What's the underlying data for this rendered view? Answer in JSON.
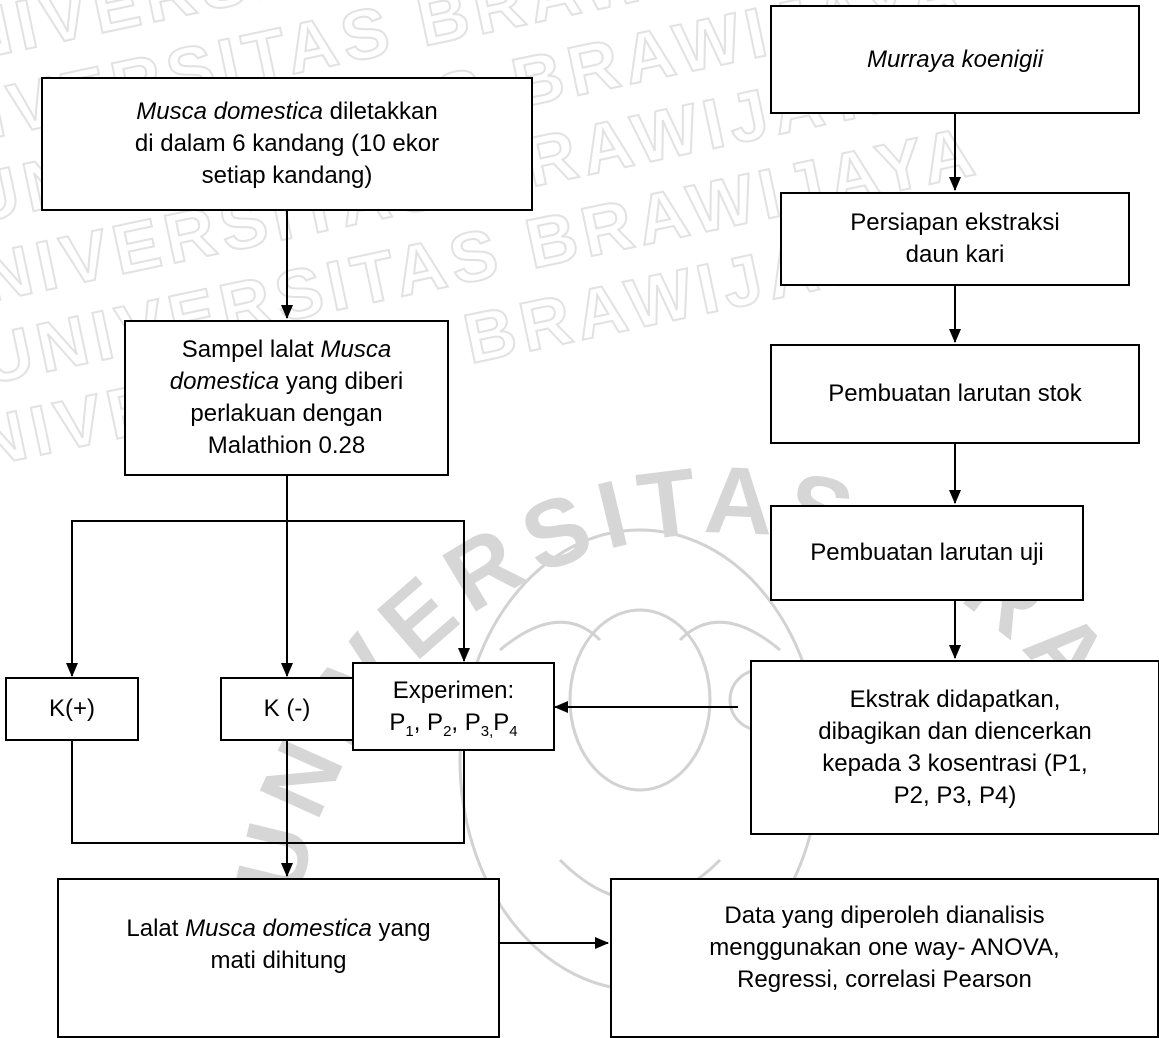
{
  "watermark": {
    "text": "UNIVERSITAS BRAWIJAYA",
    "curve_text": "UNIVERSITAS BRAWIJAYA",
    "color": "#c8c8c8"
  },
  "boxes": {
    "musca": {
      "italic": "Musca domestica",
      "text1": " diletakkan",
      "line2": "di dalam 6 kandang (10 ekor",
      "line3": "setiap kandang)"
    },
    "sampel": {
      "l1a": "Sampel lalat ",
      "l1b": "Musca",
      "l2a": "domestica",
      "l2b": " yang diberi",
      "l3": "perlakuan dengan",
      "l4": "Malathion 0.28"
    },
    "k_plus": "K(+)",
    "k_minus": "K (-)",
    "experimen": {
      "l1": "Experimen:",
      "p": "P",
      "s1": "1",
      "s2": "2",
      "s3": "3,",
      "s4": "4",
      "sep": ", "
    },
    "murraya": "Murraya koenigii",
    "persiapan": {
      "l1": "Persiapan ekstraksi",
      "l2": "daun kari"
    },
    "stok": "Pembuatan larutan stok",
    "uji": "Pembuatan larutan uji",
    "ekstrak": {
      "l1": "Ekstrak didapatkan,",
      "l2": "dibagikan dan diencerkan",
      "l3": "kepada 3 kosentrasi (P1,",
      "l4": "P2, P3, P4)"
    },
    "lalat": {
      "l1a": "Lalat ",
      "l1b": "Musca domestica",
      "l1c": " yang",
      "l2": "mati dihitung"
    },
    "data": {
      "l1": "Data yang diperoleh dianalisis",
      "l2": "menggunakan one way- ANOVA,",
      "l3": "Regressi, correlasi Pearson"
    }
  }
}
